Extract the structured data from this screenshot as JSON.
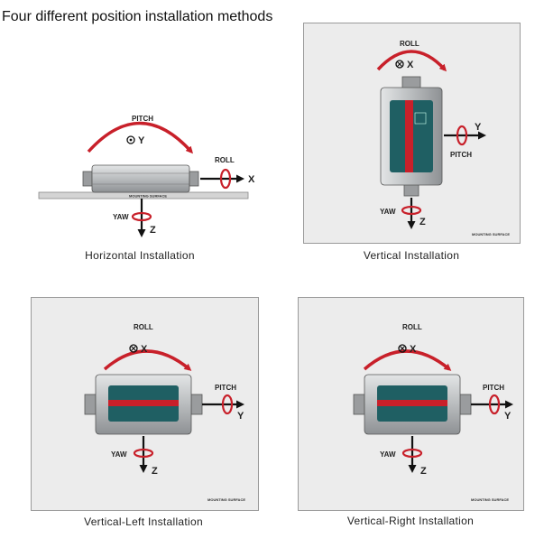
{
  "title": "Four different position installation methods",
  "colors": {
    "arrow_red": "#c8202a",
    "panel_bg": "#ececec",
    "device_body": "#b9bcbe",
    "label_teal": "#1f5f63"
  },
  "mounting_surface": "MOUNTING SURFACE",
  "panels": {
    "horizontal": {
      "caption": "Horizontal Installation",
      "rot_label": "PITCH",
      "rot_axis": "Y",
      "right_label": "ROLL",
      "right_axis": "X",
      "bottom_label": "YAW",
      "bottom_axis": "Z"
    },
    "vertical": {
      "caption": "Vertical Installation",
      "rot_label": "ROLL",
      "rot_axis": "X",
      "right_label": "PITCH",
      "right_axis": "Y",
      "bottom_label": "YAW",
      "bottom_axis": "Z"
    },
    "vertical_left": {
      "caption": "Vertical-Left Installation",
      "rot_label": "ROLL",
      "rot_axis": "X",
      "right_label": "PITCH",
      "right_axis": "Y",
      "bottom_label": "YAW",
      "bottom_axis": "Z"
    },
    "vertical_right": {
      "caption": "Vertical-Right Installation",
      "rot_label": "ROLL",
      "rot_axis": "X",
      "right_label": "PITCH",
      "right_axis": "Y",
      "bottom_label": "YAW",
      "bottom_axis": "Z"
    }
  }
}
